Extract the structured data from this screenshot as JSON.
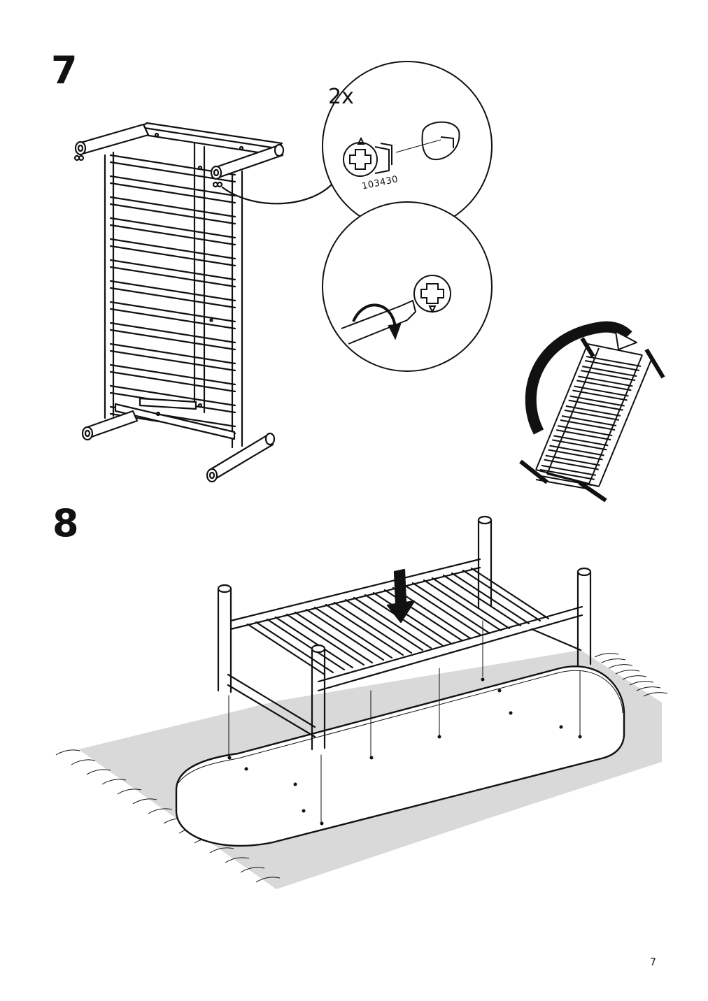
{
  "page": {
    "number": "7"
  },
  "steps": [
    {
      "number": "7",
      "callout": {
        "quantity": "2x",
        "part_id": "103430"
      }
    },
    {
      "number": "8"
    }
  ],
  "colors": {
    "ink": "#111111",
    "rug": "#d9d9d9",
    "paper": "#ffffff"
  }
}
